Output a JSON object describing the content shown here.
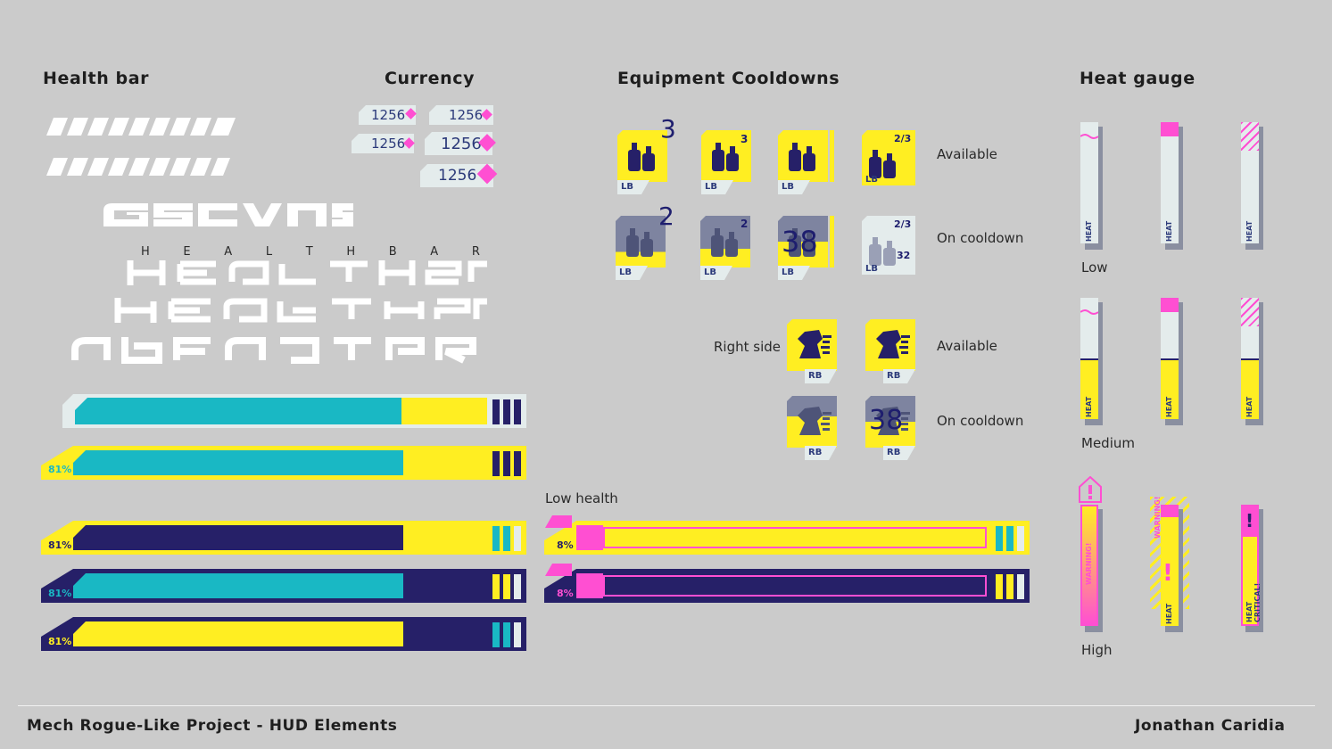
{
  "headings": {
    "health_bar": "Health bar",
    "currency": "Currency",
    "equipment": "Equipment Cooldowns",
    "heat": "Heat gauge"
  },
  "healthbar_letters": [
    "H",
    "E",
    "A",
    "L",
    "T",
    "H",
    "B",
    "A",
    "R"
  ],
  "currency": {
    "values": [
      "1256",
      "1256",
      "1256",
      "1256",
      "1256"
    ]
  },
  "health": {
    "percent_81": "81%",
    "low_health_label": "Low health",
    "percent_8": "8%"
  },
  "cooldowns": {
    "available_label": "Available",
    "cooldown_label": "On cooldown",
    "right_side_label": "Right side",
    "lb": "LB",
    "rb": "RB",
    "n3": "3",
    "n2": "2",
    "frac_23": "2/3",
    "n38": "38",
    "n32": "32"
  },
  "heat": {
    "low": "Low",
    "medium": "Medium",
    "high": "High",
    "heat_text": "HEAT",
    "warning_text": "WARNING!",
    "critical_text": "HEAT CRITICAL!"
  },
  "footer": {
    "title": "Mech Rogue-Like Project - HUD Elements",
    "author": "Jonathan Caridia"
  },
  "colors": {
    "background": "#cbcbcb",
    "yellow": "#ffee22",
    "teal": "#19b8c4",
    "navy": "#262068",
    "magenta": "#ff4fd2",
    "pale": "#e4ecec",
    "grey_icon": "#7e84a0"
  }
}
